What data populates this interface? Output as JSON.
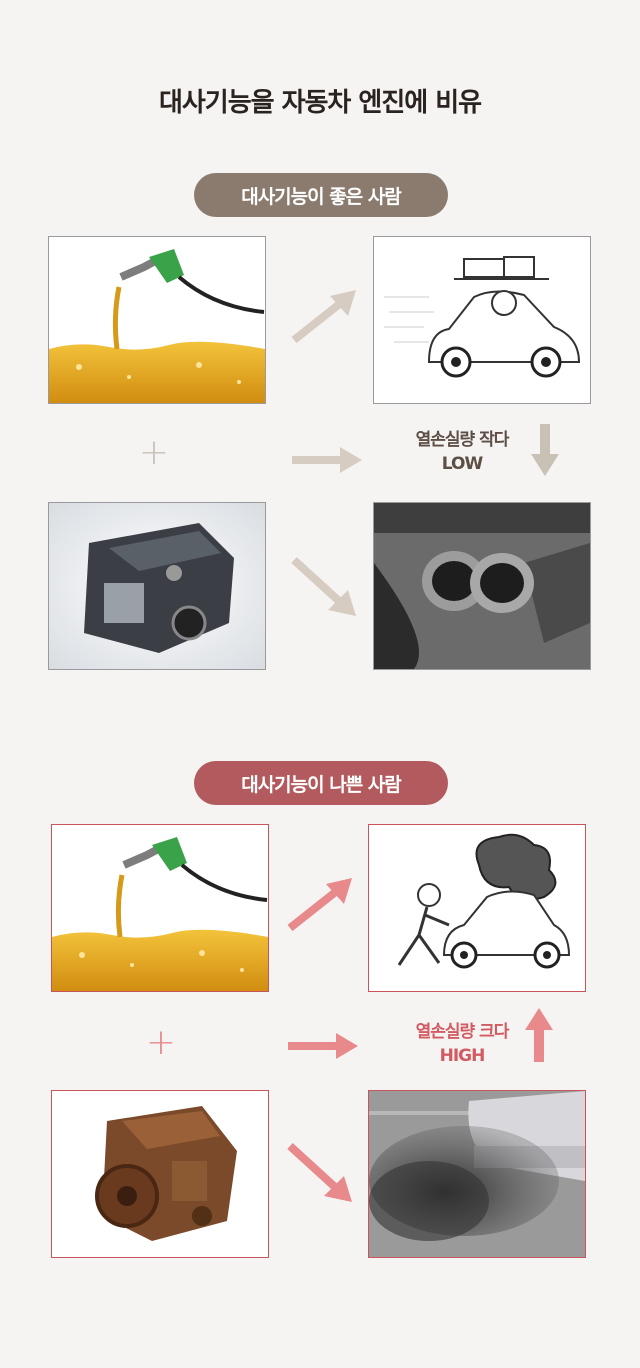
{
  "title": "대사기능을 자동차 엔진에 비유",
  "good_section": {
    "badge": "대사기능이 좋은 사람",
    "plus": "+",
    "heat_loss_label": "열손실량 작다",
    "heat_loss_level": "LOW"
  },
  "bad_section": {
    "badge": "대사기능이 나쁜 사람",
    "plus": "+",
    "heat_loss_label": "열손실량 크다",
    "heat_loss_level": "HIGH"
  },
  "colors": {
    "good_badge": "#8a7b6e",
    "good_arrow": "#d6ccc2",
    "bad_badge": "#b35a5f",
    "bad_arrow": "#e8898c"
  }
}
